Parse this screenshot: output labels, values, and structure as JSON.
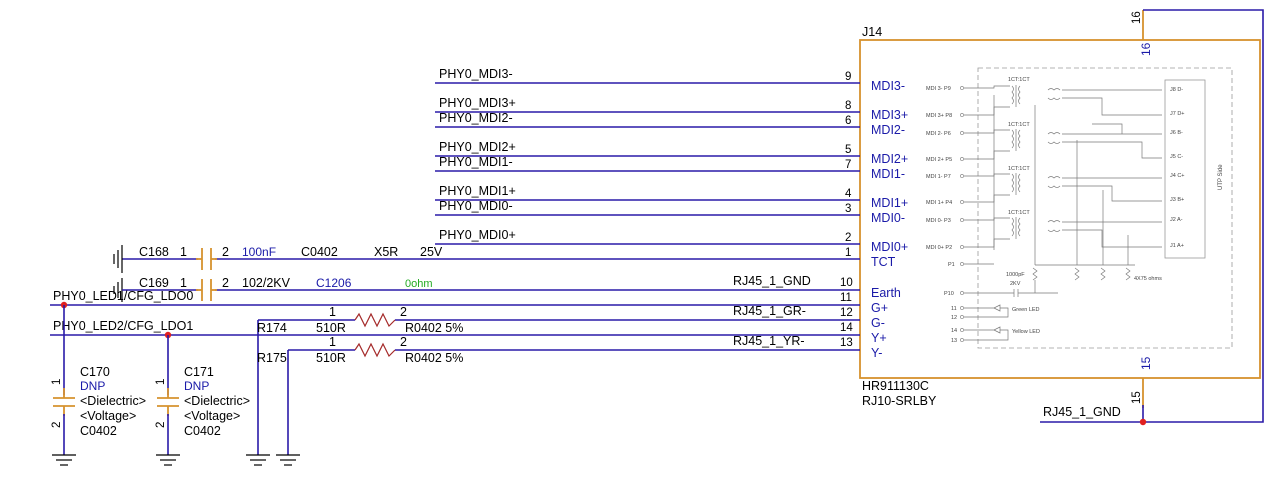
{
  "connector": {
    "refdes": "J14",
    "part_number": "HR911130C",
    "description": "RJ10-SRLBY",
    "pins": [
      {
        "num": "9",
        "name": "MDI3-",
        "net": "PHY0_MDI3-"
      },
      {
        "num": "8",
        "name": "MDI3+",
        "net": "PHY0_MDI3+"
      },
      {
        "num": "6",
        "name": "MDI2-",
        "net": "PHY0_MDI2-"
      },
      {
        "num": "5",
        "name": "MDI2+",
        "net": "PHY0_MDI2+"
      },
      {
        "num": "7",
        "name": "MDI1-",
        "net": "PHY0_MDI1-"
      },
      {
        "num": "4",
        "name": "MDI1+",
        "net": "PHY0_MDI1+"
      },
      {
        "num": "3",
        "name": "MDI0-",
        "net": "PHY0_MDI0-"
      },
      {
        "num": "2",
        "name": "MDI0+",
        "net": "PHY0_MDI0+"
      },
      {
        "num": "1",
        "name": "TCT",
        "net": ""
      },
      {
        "num": "10",
        "name": "Earth",
        "net": "RJ45_1_GND"
      },
      {
        "num": "11",
        "name": "G+",
        "net": ""
      },
      {
        "num": "12",
        "name": "G-",
        "net": "RJ45_1_GR-"
      },
      {
        "num": "14",
        "name": "Y+",
        "net": ""
      },
      {
        "num": "13",
        "name": "Y-",
        "net": "RJ45_1_YR-"
      }
    ],
    "shield_top": "16",
    "shield_bottom": "15",
    "shield_top_outer": "16",
    "shield_bottom_outer": "15",
    "shield_net": "RJ45_1_GND"
  },
  "internal": {
    "left_pins": [
      "MDI 3- P9",
      "MDI 3+ P8",
      "MDI 2- P6",
      "MDI 2+ P5",
      "MDI 1- P7",
      "MDI 1+ P4",
      "MDI 0- P3",
      "MDI 0+ P2",
      "P1",
      "P10",
      "11",
      "12",
      "14",
      "13"
    ],
    "right_pins": [
      "J8 D-",
      "J7 D+",
      "J6 B-",
      "J5 C-",
      "J4 C+",
      "J3 B+",
      "J2 A-",
      "J1 A+"
    ],
    "transformer_label": "1CT:1CT",
    "cap_label_1": "1000pF",
    "cap_label_2": "2KV",
    "resistor_label": "4X75 ohms",
    "green_led": "Green LED",
    "yellow_led": "Yellow LED",
    "side_label": "UTP Side"
  },
  "caps": {
    "c168": {
      "ref": "C168",
      "pin1": "1",
      "pin2": "2",
      "value": "100nF",
      "package": "C0402",
      "dielectric": "X5R",
      "voltage": "25V"
    },
    "c169": {
      "ref": "C169",
      "pin1": "1",
      "pin2": "2",
      "value": "102/2KV",
      "package": "C1206",
      "extra": "0ohm"
    },
    "c170": {
      "ref": "C170",
      "pin1": "1",
      "pin2": "2",
      "value": "DNP",
      "dielectric": "<Dielectric>",
      "voltage": "<Voltage>",
      "package": "C0402"
    },
    "c171": {
      "ref": "C171",
      "pin1": "1",
      "pin2": "2",
      "value": "DNP",
      "dielectric": "<Dielectric>",
      "voltage": "<Voltage>",
      "package": "C0402"
    }
  },
  "resistors": {
    "r174": {
      "ref": "R174",
      "pin1": "1",
      "pin2": "2",
      "value": "510R",
      "package": "R0402 5%"
    },
    "r175": {
      "ref": "R175",
      "pin1": "1",
      "pin2": "2",
      "value": "510R",
      "package": "R0402 5%"
    }
  },
  "nets": {
    "led1": "PHY0_LED1/CFG_LDO0",
    "led2": "PHY0_LED2/CFG_LDO1"
  },
  "colors": {
    "wire": "#2a1aa8",
    "symbol": "#d6922e",
    "junction": "#e02020",
    "pin_name": "#1a1aa8"
  }
}
